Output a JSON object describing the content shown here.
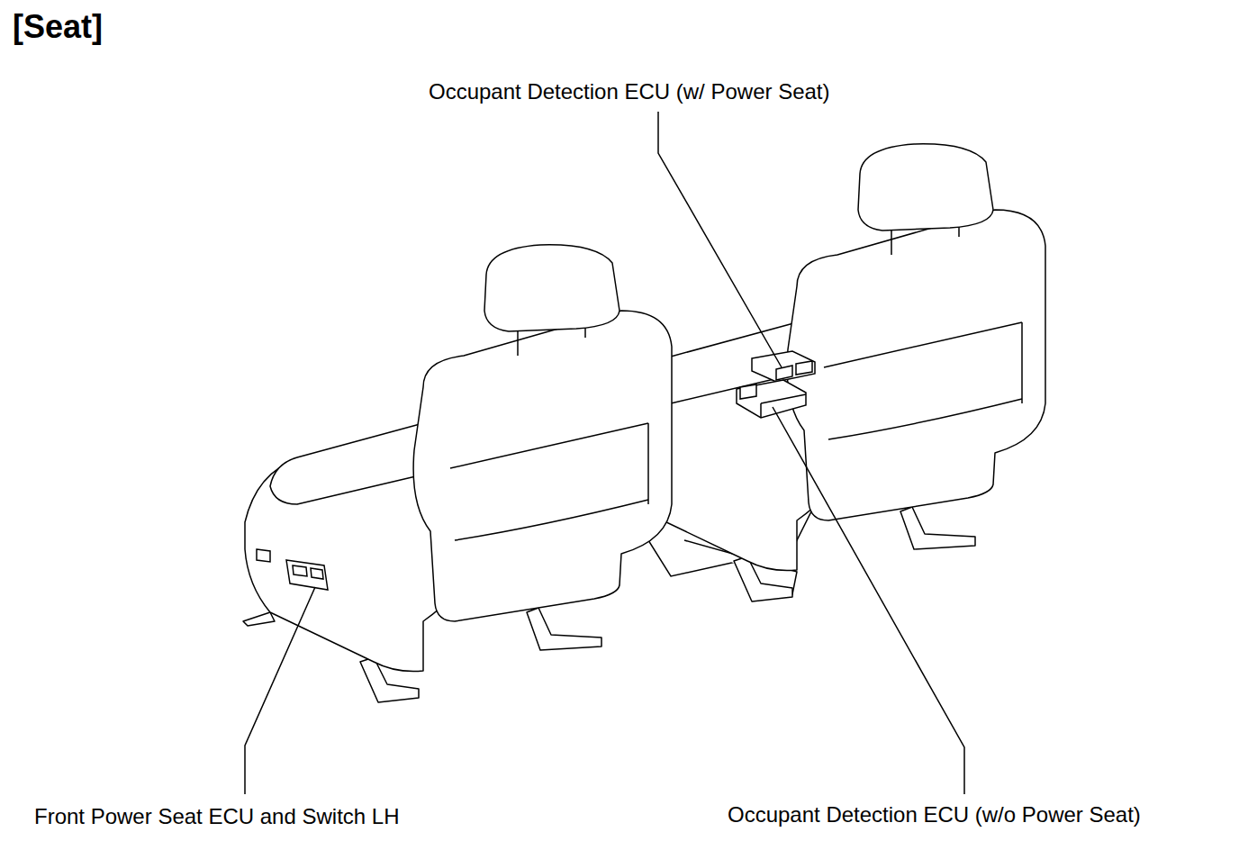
{
  "diagram": {
    "title": "[Seat]",
    "labels": [
      "Occupant Detection ECU (w/ Power Seat)",
      "Front Power Seat ECU and Switch LH",
      "Occupant Detection ECU (w/o Power Seat)"
    ]
  }
}
